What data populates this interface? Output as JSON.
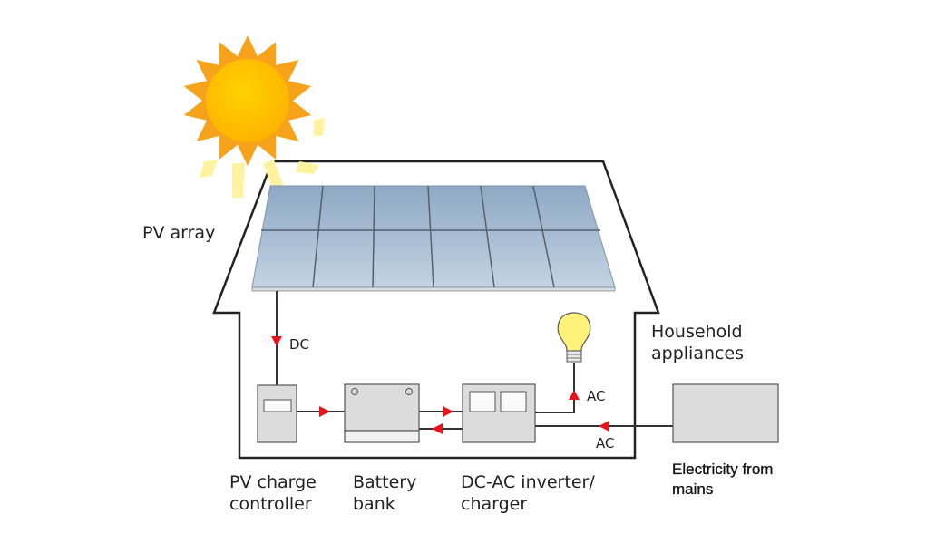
{
  "labels": {
    "pv_array": "PV array",
    "dc": "DC",
    "ac_bulb": "AC",
    "ac_mains": "AC",
    "household_line1": "Household",
    "household_line2": "appliances",
    "pv_controller_line1": "PV charge",
    "pv_controller_line2": "controller",
    "battery_line1": "Battery",
    "battery_line2": "bank",
    "inverter_line1": "DC-AC inverter/",
    "inverter_line2": "charger",
    "mains_line1": "Electricity from",
    "mains_line2": "mains"
  },
  "colors": {
    "sun": "#f7a21b",
    "sun_core": "#ffc20e",
    "rays": "#fff3a0",
    "panel": "#a9bfd6",
    "house_outline": "#222222",
    "arrow": "#e8141c",
    "device": "#dcdcdc",
    "bulb": "#fff27a"
  },
  "icons": [
    "sun-icon",
    "light-bulb-icon"
  ]
}
